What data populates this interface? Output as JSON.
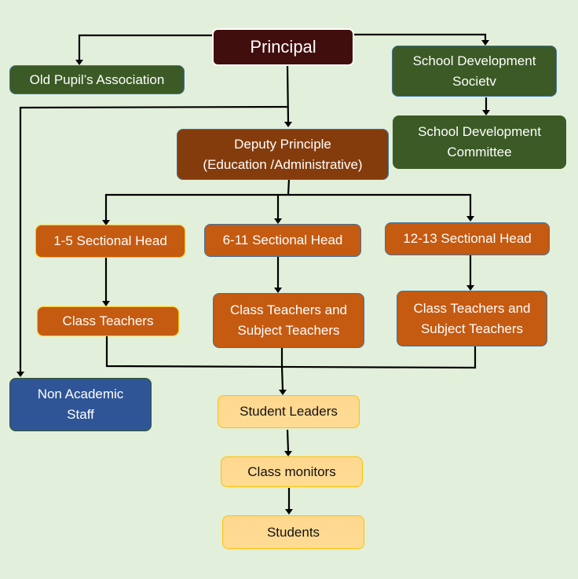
{
  "diagram": {
    "title": "School organizational chart",
    "colors": {
      "background": "#e2efda",
      "principal": "#410e0e",
      "committee_green": "#3b5a25",
      "deputy_brown": "#843c0c",
      "section_orange": "#c55a11",
      "non_academic_blue": "#2f5597",
      "student_yellow": "#ffd88f",
      "connector": "#000000"
    },
    "nodes": {
      "principal": "Principal",
      "old_pupils": "Old Pupil’s Association",
      "sds": "School Development\nSocietv",
      "sdc": "School Development\nCommittee",
      "deputy": "Deputy Principle\n(Education /Administrative)",
      "head_1_5": "1-5 Sectional Head",
      "head_6_11": "6-11 Sectional Head",
      "head_12_13": "12-13 Sectional Head",
      "class_teachers": "Class Teachers",
      "teachers_6_11": "Class Teachers and\nSubject Teachers",
      "teachers_12_13": "Class Teachers and\nSubject Teachers",
      "non_academic": "Non Academic\nStaff",
      "student_leaders": "Student Leaders",
      "class_monitors": "Class monitors",
      "students": "Students"
    },
    "edges": [
      [
        "principal",
        "old_pupils"
      ],
      [
        "principal",
        "sds"
      ],
      [
        "sds",
        "sdc"
      ],
      [
        "principal",
        "deputy"
      ],
      [
        "principal",
        "non_academic"
      ],
      [
        "deputy",
        "head_1_5"
      ],
      [
        "deputy",
        "head_6_11"
      ],
      [
        "deputy",
        "head_12_13"
      ],
      [
        "head_1_5",
        "class_teachers"
      ],
      [
        "head_6_11",
        "teachers_6_11"
      ],
      [
        "head_12_13",
        "teachers_12_13"
      ],
      [
        "class_teachers",
        "student_leaders"
      ],
      [
        "teachers_6_11",
        "student_leaders"
      ],
      [
        "teachers_12_13",
        "student_leaders"
      ],
      [
        "student_leaders",
        "class_monitors"
      ],
      [
        "class_monitors",
        "students"
      ]
    ]
  }
}
